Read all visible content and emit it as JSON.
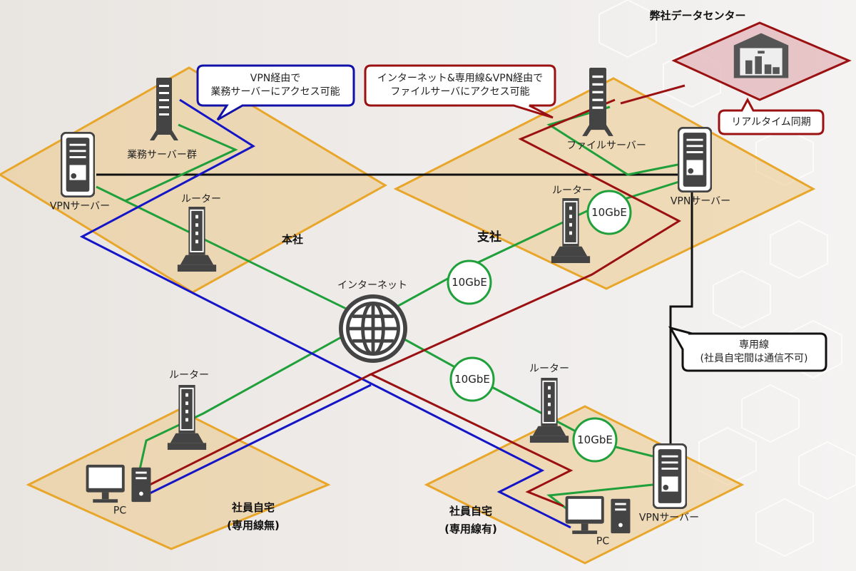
{
  "zones": {
    "head_office": {
      "label": "本社"
    },
    "branch": {
      "label": "支社"
    },
    "home_no_line": {
      "label_line1": "社員自宅",
      "label_line2": "(専用線無)"
    },
    "home_with_line": {
      "label_line1": "社員自宅",
      "label_line2": "(専用線有)"
    },
    "datacenter": {
      "title": "弊社データセンター"
    }
  },
  "devices": {
    "biz_servers": "業務サーバー群",
    "vpn_server_hq": "VPNサーバー",
    "router_hq": "ルーター",
    "file_server": "ファイルサーバー",
    "vpn_server_branch": "VPNサーバー",
    "router_branch": "ルーター",
    "internet": "インターネット",
    "router_home1": "ルーター",
    "pc_home1": "PC",
    "router_home2": "ルーター",
    "pc_home2": "PC",
    "vpn_server_home2": "VPNサーバー"
  },
  "links": {
    "speed_label": "10GbE"
  },
  "callouts": {
    "vpn_access": {
      "line1": "VPN経由で",
      "line2": "業務サーバーにアクセス可能",
      "color": "#1111aa"
    },
    "file_access": {
      "line1": "インターネット&専用線&VPN経由で",
      "line2": "ファイルサーバにアクセス可能",
      "color": "#9b1111"
    },
    "sync": {
      "text": "リアルタイム同期",
      "color": "#9b1111"
    },
    "leased_line": {
      "line1": "専用線",
      "line2": "(社員自宅間は通信不可)",
      "color": "#111111"
    }
  },
  "colors": {
    "zone_fill": "#edc98a",
    "zone_stroke": "#e8a62a",
    "path_green": "#1fa03a",
    "path_blue": "#1515c8",
    "path_red": "#a30f0f",
    "device_gray": "#444444"
  }
}
